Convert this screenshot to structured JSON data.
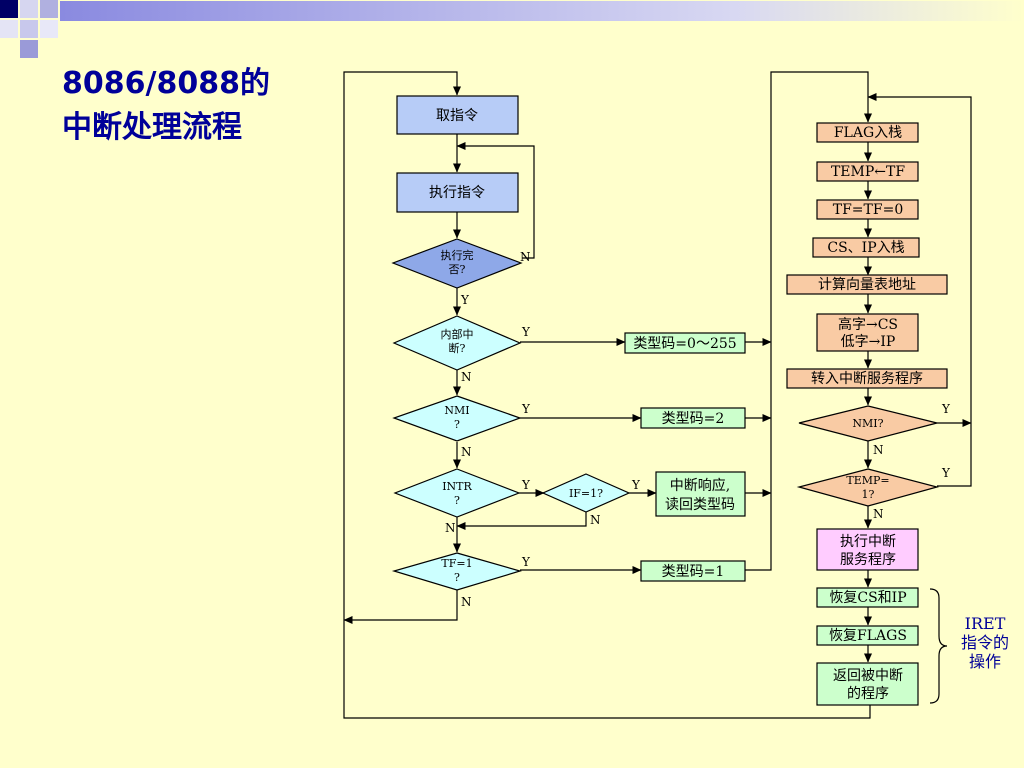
{
  "title": {
    "line1": "8086/8088的",
    "line2": "中断处理流程"
  },
  "colors": {
    "background": "#FFFFCC",
    "title": "#000099",
    "process_blue": "#B7CCF7",
    "diamond_blue": "#8EA8E8",
    "diamond_cyan": "#CCFFFF",
    "box_green": "#CCFFCC",
    "box_orange": "#F9CBA4",
    "box_magenta": "#FFCCFF",
    "iret_text": "#000099"
  },
  "left": {
    "fetch": "取指令",
    "execute": "执行指令",
    "exec_done": [
      "执行完",
      "否?"
    ],
    "internal": [
      "内部中",
      "断?"
    ],
    "nmi": [
      "NMI",
      "?"
    ],
    "intr": [
      "INTR",
      "?"
    ],
    "if_q": "IF=1?",
    "tf": [
      "TF=1",
      "?"
    ],
    "type_0_255": "类型码=0～255",
    "type_2": "类型码=2",
    "intr_ack": [
      "中断响应,",
      "读回类型码"
    ],
    "type_1": "类型码=1"
  },
  "right": {
    "flag_push": "FLAG入栈",
    "temp_tf": "TEMP←TF",
    "tf_zero": "TF=TF=0",
    "cs_ip_push": "CS、IP入栈",
    "calc_vector": "计算向量表地址",
    "hi_lo": [
      "高字→CS",
      "低字→IP"
    ],
    "goto_isr": "转入中断服务程序",
    "nmi_q": "NMI?",
    "temp_q": [
      "TEMP=",
      "1?"
    ],
    "exec_isr": [
      "执行中断",
      "服务程序"
    ],
    "restore_csip": "恢复CS和IP",
    "restore_flags": "恢复FLAGS",
    "return": [
      "返回被中断",
      "的程序"
    ]
  },
  "labels": {
    "y": "Y",
    "n": "N"
  },
  "iret": [
    "IRET",
    "指令的",
    "操作"
  ]
}
